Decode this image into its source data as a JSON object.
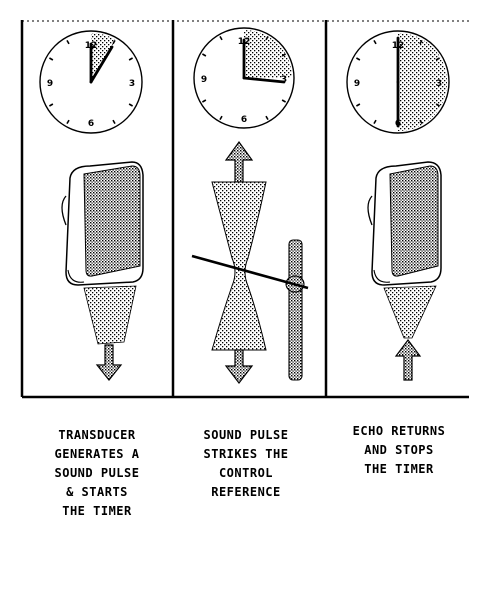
{
  "panels": [
    {
      "caption_lines": [
        "TRANSDUCER",
        "GENERATES A",
        "SOUND PULSE",
        "& STARTS",
        "THE TIMER"
      ],
      "clock_numerals": [
        "12",
        "3",
        "6",
        "9"
      ]
    },
    {
      "caption_lines": [
        "SOUND PULSE",
        "STRIKES THE",
        "CONTROL",
        "REFERENCE"
      ],
      "clock_numerals": [
        "12",
        "3",
        "6",
        "9"
      ]
    },
    {
      "caption_lines": [
        "ECHO RETURNS",
        "AND STOPS",
        "THE TIMER"
      ],
      "clock_numerals": [
        "12",
        "3",
        "6",
        "9"
      ]
    }
  ]
}
